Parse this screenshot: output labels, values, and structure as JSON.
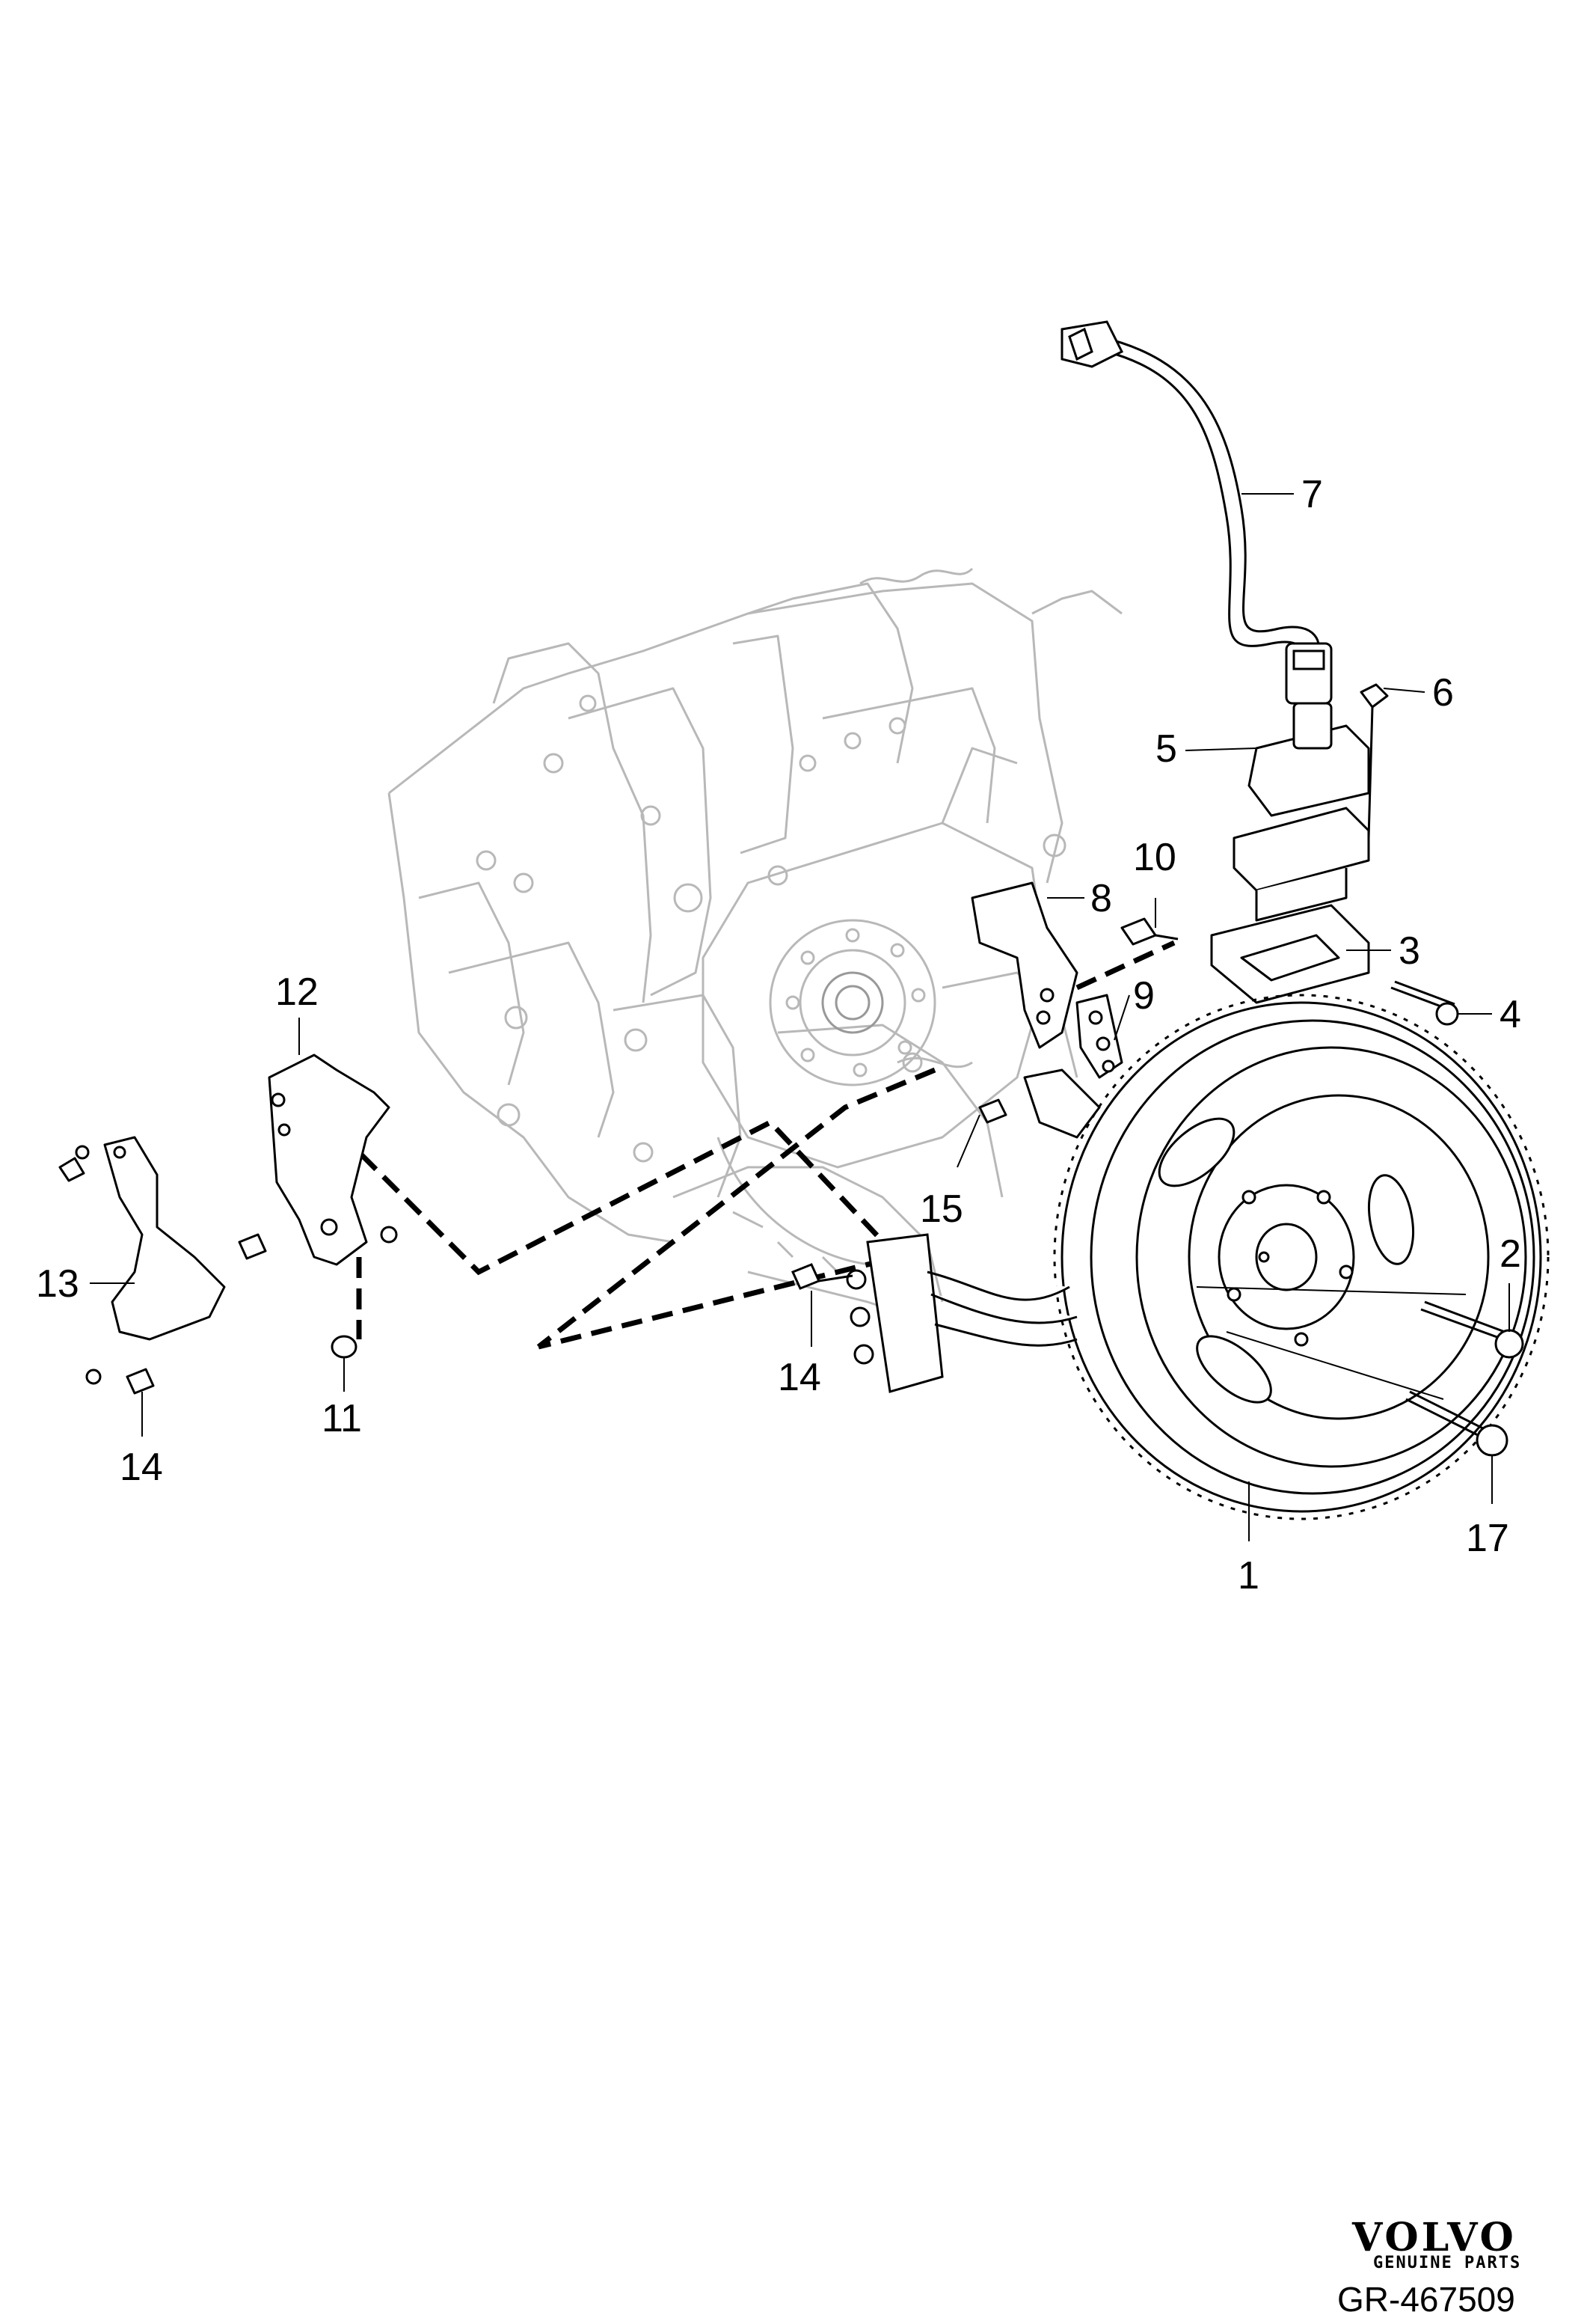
{
  "diagram": {
    "callouts": {
      "c1": "1",
      "c2": "2",
      "c3": "3",
      "c4": "4",
      "c5": "5",
      "c6": "6",
      "c7": "7",
      "c8": "8",
      "c9": "9",
      "c10": "10",
      "c11": "11",
      "c12": "12",
      "c13": "13",
      "c14a": "14",
      "c14b": "14",
      "c15": "15",
      "c17": "17"
    },
    "brand": {
      "wordmark": "VOLVO",
      "subtitle": "GENUINE PARTS"
    },
    "reference_code": "GR-467509"
  }
}
